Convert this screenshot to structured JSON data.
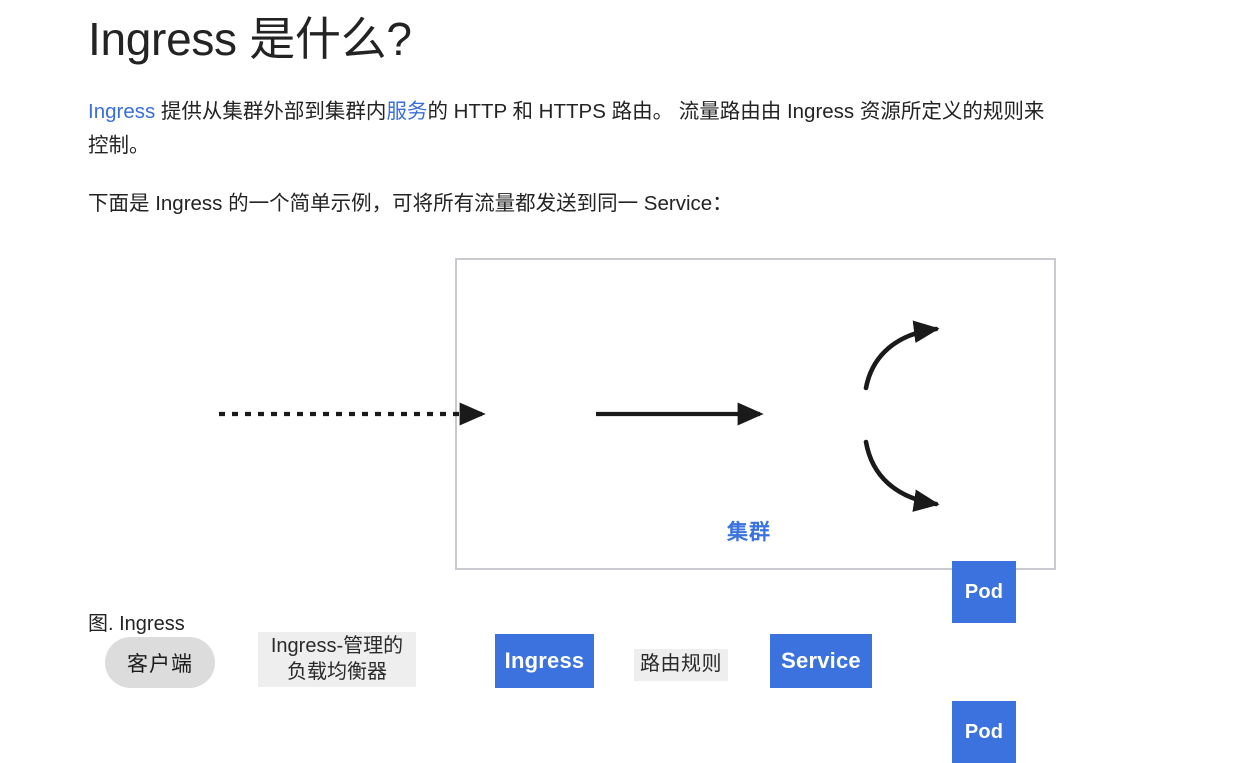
{
  "page": {
    "title": "Ingress 是什么?",
    "paragraphs": [
      {
        "segments": [
          {
            "text": "Ingress",
            "type": "link"
          },
          {
            "text": " 提供从集群外部到集群内",
            "type": "text"
          },
          {
            "text": "服务",
            "type": "link"
          },
          {
            "text": "的 HTTP 和 HTTPS 路由。 流量路由由 Ingress 资源所定义的规则来控制。",
            "type": "text"
          }
        ],
        "plain": "Ingress 提供从集群外部到集群内服务的 HTTP 和 HTTPS 路由。 流量路由由 Ingress 资源所定义的规则来控制。"
      },
      {
        "plain": "下面是 Ingress 的一个简单示例，可将所有流量都发送到同一 Service："
      }
    ],
    "figure_caption": "图. Ingress"
  },
  "paragraph_1": {
    "link_ingress": "Ingress",
    "text_after_ingress": " 提供从集群外部到集群内",
    "link_service": "服务",
    "text_tail": "的 HTTP 和 HTTPS 路由。 流量路由由 Ingress 资源所定义的规则来控制。"
  },
  "paragraph_2": {
    "text": "下面是 Ingress 的一个简单示例，可将所有流量都发送到同一 Service："
  },
  "diagram": {
    "cluster_label": "集群",
    "nodes": {
      "client": "客户端",
      "ingress": "Ingress",
      "service": "Service",
      "pod_top": "Pod",
      "pod_bottom": "Pod"
    },
    "edge_labels": {
      "load_balancer": "Ingress-管理的\n负载均衡器",
      "routing_rules": "路由规则"
    }
  },
  "colors": {
    "node_blue": "#3b72de",
    "link_blue": "#3a6fd8",
    "cluster_border": "#c9c9cf",
    "client_gray": "#dcdcdc",
    "label_gray": "#eeeeee",
    "text_dark": "#232323",
    "arrow_black": "#1a1a1a"
  }
}
